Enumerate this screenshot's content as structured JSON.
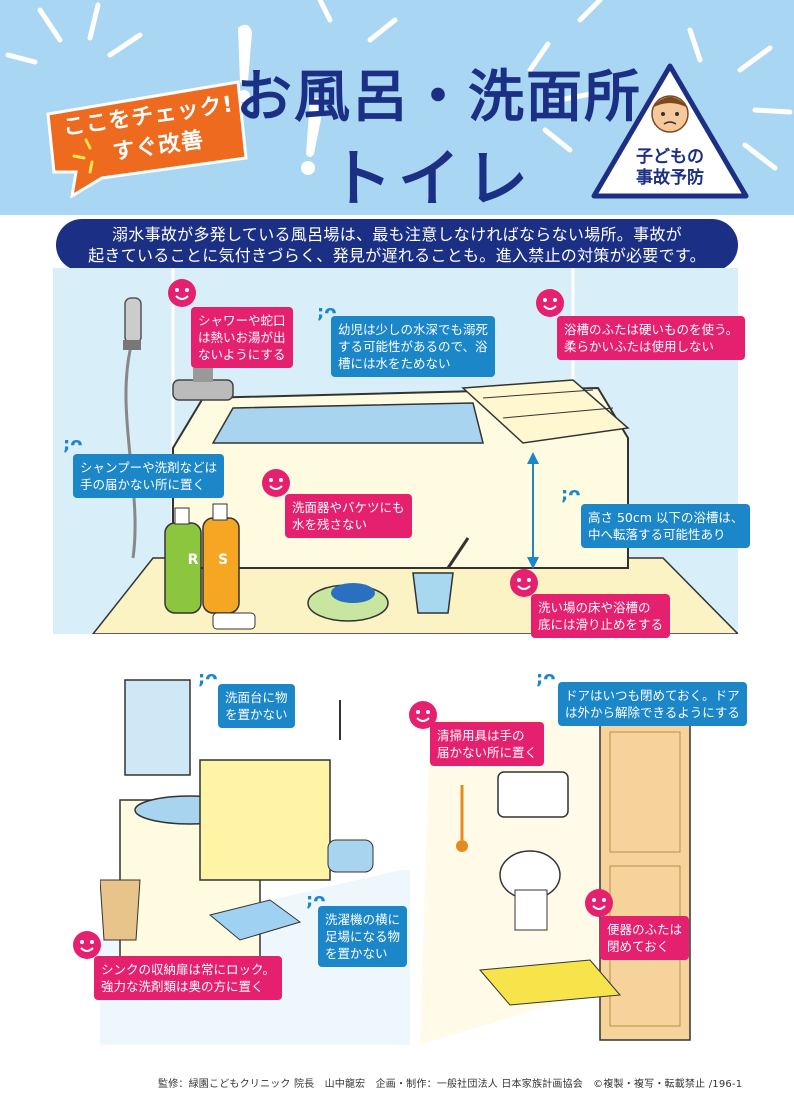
{
  "header": {
    "badge_line1": "ここをチェック!",
    "badge_line2": "すぐ改善",
    "title_line1": "お風呂・洗面所",
    "title_line2": "トイレ",
    "safety_badge": [
      "子どもの",
      "事故予防"
    ]
  },
  "intro": {
    "line1": "溺水事故が多発している風呂場は、最も注意しなければならない場所。事故が",
    "line2": "起きていることに気付きづらく、発見が遅れることも。進入禁止の対策が必要です。"
  },
  "bath": {
    "shower": "シャワーや蛇口\nは熱いお湯が出\nないようにする",
    "bathwater": "幼児は少しの水深でも溺死\nする可能性があるので、浴\n槽には水をためない",
    "lid": "浴槽のふたは硬いものを使う。\n柔らかいふたは使用しない",
    "shampoo": "シャンプーや洗剤などは\n手の届かない所に置く",
    "bucket": "洗面器やバケツにも\n水を残さない",
    "height": "高さ 50cm 以下の浴槽は、\n中へ転落する可能性あり",
    "floor": "洗い場の床や浴槽の\n底には滑り止めをする",
    "bottle_r": "R",
    "bottle_s": "S"
  },
  "washroom": {
    "counter": "洗面台に物\nを置かない",
    "washer": "洗濯機の横に\n足場になる物\nを置かない",
    "cabinet": "シンクの収納扉は常にロック。\n強力な洗剤類は奥の方に置く"
  },
  "toilet": {
    "door": "ドアはいつも閉めておく。ドア\nは外から解除できるようにする",
    "cleaning": "清掃用具は手の\n届かない所に置く",
    "lid": "便器のふたは\n閉めておく"
  },
  "footer": "監修：緑園こどもクリニック 院長　山中龍宏　企画・制作：一般社団法人 日本家族計画協会　©複製・複写・転載禁止 /196-1",
  "colors": {
    "navy": "#1b2f84",
    "pink": "#e5206e",
    "blue": "#1b86c8",
    "orange": "#ee6a1f",
    "sky": "#a9d6f2"
  }
}
